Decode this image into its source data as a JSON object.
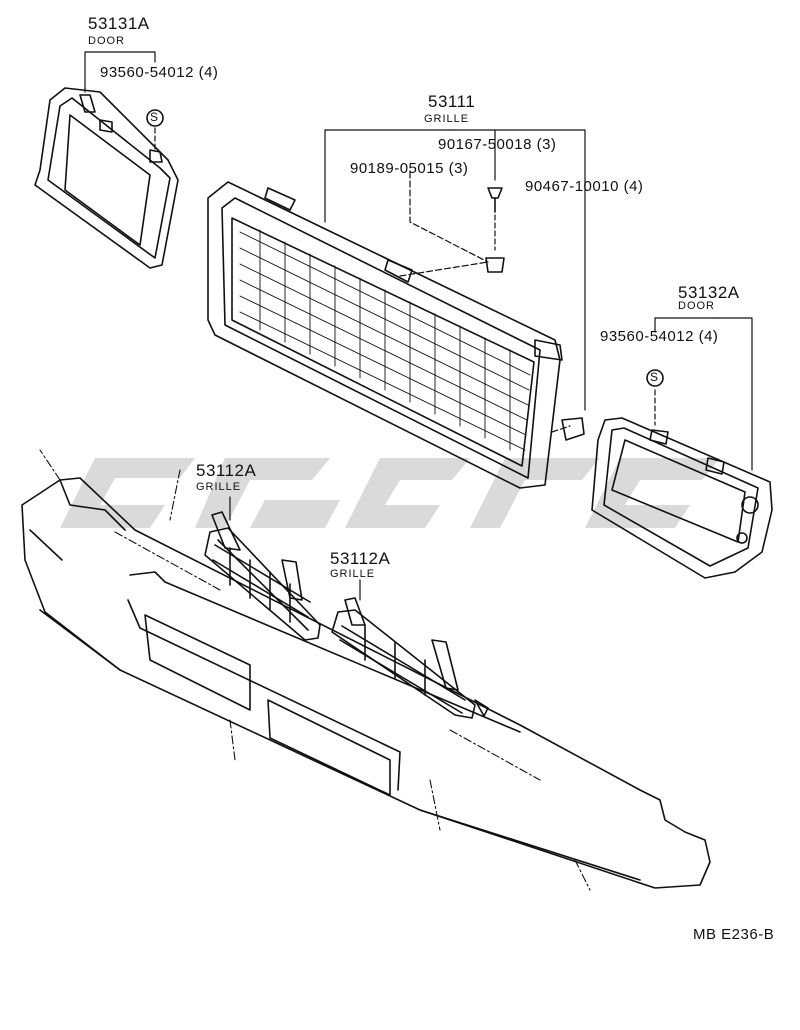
{
  "parts": {
    "door_left": {
      "number": "53131A",
      "name": "DOOR",
      "screw": "93560-54012 (4)"
    },
    "grille_main": {
      "number": "53111",
      "name": "GRILLE",
      "screw_a": "90167-50018 (3)",
      "screw_b": "90189-05015 (3)",
      "clip": "90467-10010 (4)"
    },
    "door_right": {
      "number": "53132A",
      "name": "DOOR",
      "screw": "93560-54012 (4)"
    },
    "grille_lower_left": {
      "number": "53112A",
      "name": "GRILLE"
    },
    "grille_lower_right": {
      "number": "53112A",
      "name": "GRILLE"
    }
  },
  "screw_symbol": "S",
  "diagram_code": "MB E236-B",
  "colors": {
    "line": "#111111",
    "watermark": "#d4d4d4"
  }
}
